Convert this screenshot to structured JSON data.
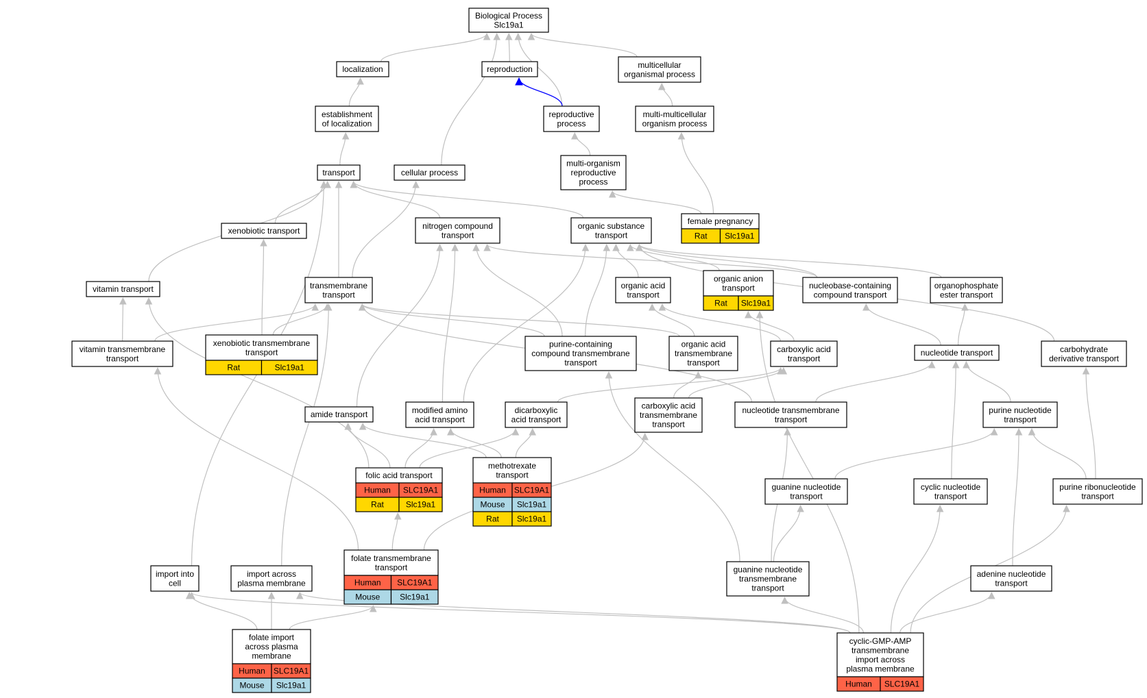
{
  "colors": {
    "human": "#ff6347",
    "mouse": "#add8e6",
    "rat": "#ffd700",
    "edge": "#c0c0c0",
    "highlight_edge": "#0000ff"
  },
  "nodes": [
    {
      "id": "bp",
      "lines": [
        "Biological Process",
        "Slc19a1"
      ]
    },
    {
      "id": "localization",
      "lines": [
        "localization"
      ]
    },
    {
      "id": "reproduction",
      "lines": [
        "reproduction"
      ]
    },
    {
      "id": "multicellular",
      "lines": [
        "multicellular",
        "organismal process"
      ]
    },
    {
      "id": "establishment",
      "lines": [
        "establishment",
        "of localization"
      ]
    },
    {
      "id": "reproductive",
      "lines": [
        "reproductive",
        "process"
      ]
    },
    {
      "id": "multimulti",
      "lines": [
        "multi-multicellular",
        "organism process"
      ]
    },
    {
      "id": "transport",
      "lines": [
        "transport"
      ]
    },
    {
      "id": "cellular",
      "lines": [
        "cellular process"
      ]
    },
    {
      "id": "multiorg",
      "lines": [
        "multi-organism",
        "reproductive",
        "process"
      ]
    },
    {
      "id": "female",
      "lines": [
        "female pregnancy"
      ],
      "genes": [
        [
          "Rat",
          "Slc19a1"
        ]
      ]
    },
    {
      "id": "xenobiotic",
      "lines": [
        "xenobiotic transport"
      ]
    },
    {
      "id": "nitrogen",
      "lines": [
        "nitrogen compound",
        "transport"
      ]
    },
    {
      "id": "organicsub",
      "lines": [
        "organic substance",
        "transport"
      ]
    },
    {
      "id": "vitamin",
      "lines": [
        "vitamin transport"
      ]
    },
    {
      "id": "transmembrane",
      "lines": [
        "transmembrane",
        "transport"
      ]
    },
    {
      "id": "organicacid",
      "lines": [
        "organic acid",
        "transport"
      ]
    },
    {
      "id": "organicanion",
      "lines": [
        "organic anion",
        "transport"
      ],
      "genes": [
        [
          "Rat",
          "Slc19a1"
        ]
      ]
    },
    {
      "id": "nucleobase",
      "lines": [
        "nucleobase-containing",
        "compound transport"
      ]
    },
    {
      "id": "organophosphate",
      "lines": [
        "organophosphate",
        "ester transport"
      ]
    },
    {
      "id": "vitamintm",
      "lines": [
        "vitamin transmembrane",
        "transport"
      ]
    },
    {
      "id": "xenotm",
      "lines": [
        "xenobiotic transmembrane",
        "transport"
      ],
      "genes": [
        [
          "Rat",
          "Slc19a1"
        ]
      ]
    },
    {
      "id": "purinetm",
      "lines": [
        "purine-containing",
        "compound transmembrane",
        "transport"
      ]
    },
    {
      "id": "organicacidtm",
      "lines": [
        "organic acid",
        "transmembrane",
        "transport"
      ]
    },
    {
      "id": "carboxylic",
      "lines": [
        "carboxylic acid",
        "transport"
      ]
    },
    {
      "id": "nucleotide",
      "lines": [
        "nucleotide transport"
      ]
    },
    {
      "id": "carbohydrate",
      "lines": [
        "carbohydrate",
        "derivative transport"
      ]
    },
    {
      "id": "amide",
      "lines": [
        "amide transport"
      ]
    },
    {
      "id": "modifiedamino",
      "lines": [
        "modified amino",
        "acid transport"
      ]
    },
    {
      "id": "dicarboxylic",
      "lines": [
        "dicarboxylic",
        "acid transport"
      ]
    },
    {
      "id": "carboxylictm",
      "lines": [
        "carboxylic acid",
        "transmembrane",
        "transport"
      ]
    },
    {
      "id": "nucleotidetm",
      "lines": [
        "nucleotide transmembrane",
        "transport"
      ]
    },
    {
      "id": "purinenuc",
      "lines": [
        "purine nucleotide",
        "transport"
      ]
    },
    {
      "id": "folic",
      "lines": [
        "folic acid transport"
      ],
      "genes": [
        [
          "Human",
          "SLC19A1"
        ],
        [
          "Rat",
          "Slc19a1"
        ]
      ]
    },
    {
      "id": "methotrexate",
      "lines": [
        "methotrexate",
        "transport"
      ],
      "genes": [
        [
          "Human",
          "SLC19A1"
        ],
        [
          "Mouse",
          "Slc19a1"
        ],
        [
          "Rat",
          "Slc19a1"
        ]
      ]
    },
    {
      "id": "guanine",
      "lines": [
        "guanine nucleotide",
        "transport"
      ]
    },
    {
      "id": "cyclic",
      "lines": [
        "cyclic nucleotide",
        "transport"
      ]
    },
    {
      "id": "purineribo",
      "lines": [
        "purine ribonucleotide",
        "transport"
      ]
    },
    {
      "id": "folatetm",
      "lines": [
        "folate transmembrane",
        "transport"
      ],
      "genes": [
        [
          "Human",
          "SLC19A1"
        ],
        [
          "Mouse",
          "Slc19a1"
        ]
      ]
    },
    {
      "id": "importcell",
      "lines": [
        "import into",
        "cell"
      ]
    },
    {
      "id": "importplasma",
      "lines": [
        "import across",
        "plasma membrane"
      ]
    },
    {
      "id": "guaninetm",
      "lines": [
        "guanine nucleotide",
        "transmembrane",
        "transport"
      ]
    },
    {
      "id": "adenine",
      "lines": [
        "adenine nucleotide",
        "transport"
      ]
    },
    {
      "id": "folateimport",
      "lines": [
        "folate import",
        "across plasma",
        "membrane"
      ],
      "genes": [
        [
          "Human",
          "SLC19A1"
        ],
        [
          "Mouse",
          "Slc19a1"
        ]
      ]
    },
    {
      "id": "cgamp",
      "lines": [
        "cyclic-GMP-AMP",
        "transmembrane",
        "import across",
        "plasma membrane"
      ],
      "genes": [
        [
          "Human",
          "SLC19A1"
        ]
      ]
    }
  ],
  "edges": [
    [
      "localization",
      "bp"
    ],
    [
      "reproduction",
      "bp"
    ],
    [
      "reproductive",
      "bp"
    ],
    [
      "multicellular",
      "bp"
    ],
    [
      "cellular",
      "bp"
    ],
    [
      "reproductive",
      "reproduction",
      "blue"
    ],
    [
      "establishment",
      "localization"
    ],
    [
      "transport",
      "establishment"
    ],
    [
      "multiorg",
      "reproductive"
    ],
    [
      "multimulti",
      "multicellular"
    ],
    [
      "female",
      "multiorg"
    ],
    [
      "female",
      "multimulti"
    ],
    [
      "xenobiotic",
      "transport"
    ],
    [
      "vitamin",
      "transport"
    ],
    [
      "transmembrane",
      "transport"
    ],
    [
      "nitrogen",
      "transport"
    ],
    [
      "organicsub",
      "transport"
    ],
    [
      "importcell",
      "transport"
    ],
    [
      "transmembrane",
      "cellular"
    ],
    [
      "vitamintm",
      "vitamin"
    ],
    [
      "vitamintm",
      "transmembrane"
    ],
    [
      "xenotm",
      "xenobiotic"
    ],
    [
      "xenotm",
      "transmembrane"
    ],
    [
      "purinetm",
      "transmembrane"
    ],
    [
      "organicacidtm",
      "transmembrane"
    ],
    [
      "nucleotidetm",
      "transmembrane"
    ],
    [
      "importplasma",
      "transmembrane"
    ],
    [
      "purinetm",
      "nitrogen"
    ],
    [
      "amide",
      "nitrogen"
    ],
    [
      "modifiedamino",
      "nitrogen"
    ],
    [
      "organicacid",
      "organicsub"
    ],
    [
      "organicanion",
      "organicsub"
    ],
    [
      "nucleobase",
      "organicsub"
    ],
    [
      "organophosphate",
      "organicsub"
    ],
    [
      "carbohydrate",
      "organicsub"
    ],
    [
      "purinetm",
      "organicsub"
    ],
    [
      "modifiedamino",
      "organicsub"
    ],
    [
      "nucleobase",
      "nitrogen"
    ],
    [
      "carboxylic",
      "organicacid"
    ],
    [
      "carboxylic",
      "organicanion"
    ],
    [
      "organicacidtm",
      "organicacid"
    ],
    [
      "cgamp",
      "organicanion"
    ],
    [
      "nucleotide",
      "nucleobase"
    ],
    [
      "nucleotide",
      "organophosphate"
    ],
    [
      "carboxylictm",
      "carboxylic"
    ],
    [
      "carboxylictm",
      "organicacidtm"
    ],
    [
      "dicarboxylic",
      "carboxylic"
    ],
    [
      "nucleotidetm",
      "nucleotide"
    ],
    [
      "purinenuc",
      "nucleotide"
    ],
    [
      "cyclic",
      "nucleotide"
    ],
    [
      "purineribo",
      "carbohydrate"
    ],
    [
      "folic",
      "amide"
    ],
    [
      "folic",
      "vitamin"
    ],
    [
      "folic",
      "dicarboxylic"
    ],
    [
      "folic",
      "modifiedamino"
    ],
    [
      "methotrexate",
      "amide"
    ],
    [
      "methotrexate",
      "modifiedamino"
    ],
    [
      "methotrexate",
      "dicarboxylic"
    ],
    [
      "guanine",
      "purinenuc"
    ],
    [
      "purineribo",
      "purinenuc"
    ],
    [
      "adenine",
      "purinenuc"
    ],
    [
      "folatetm",
      "folic"
    ],
    [
      "folatetm",
      "vitamintm"
    ],
    [
      "folatetm",
      "carboxylictm"
    ],
    [
      "guaninetm",
      "purinetm"
    ],
    [
      "guaninetm",
      "nucleotidetm"
    ],
    [
      "guaninetm",
      "guanine"
    ],
    [
      "folateimport",
      "importcell"
    ],
    [
      "folateimport",
      "importplasma"
    ],
    [
      "folateimport",
      "folatetm"
    ],
    [
      "cgamp",
      "importcell"
    ],
    [
      "cgamp",
      "importplasma"
    ],
    [
      "cgamp",
      "guaninetm"
    ],
    [
      "cgamp",
      "cyclic"
    ],
    [
      "cgamp",
      "adenine"
    ],
    [
      "cgamp",
      "purineribo"
    ]
  ]
}
